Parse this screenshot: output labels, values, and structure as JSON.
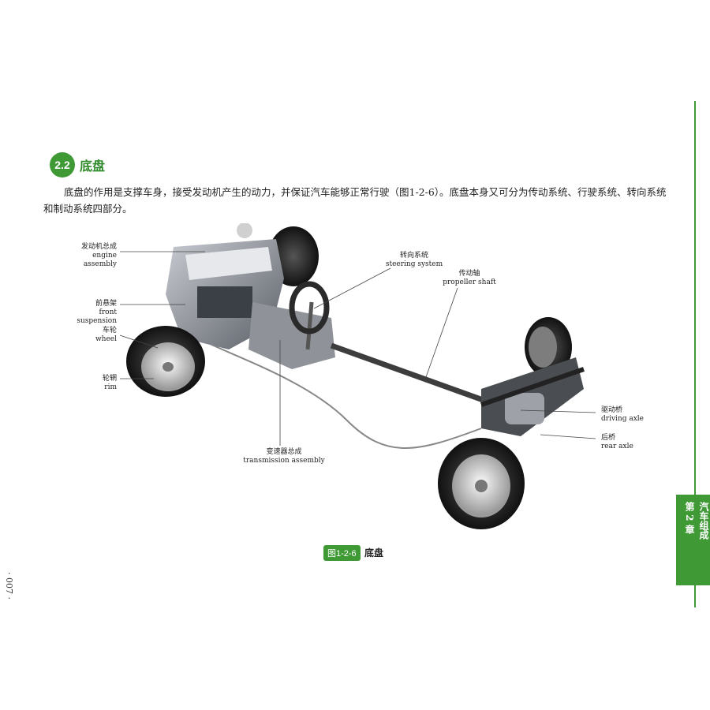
{
  "section": {
    "number": "2.2",
    "title": "底盘",
    "paragraph": "底盘的作用是支撑车身，接受发动机产生的动力，并保证汽车能够正常行驶（图1-2-6）。底盘本身又可分为传动系统、行驶系统、转向系统和制动系统四部分。"
  },
  "labels": {
    "engine_cn": "发动机总成",
    "engine_en": "engine assembly",
    "front_susp_cn": "前悬架",
    "front_susp_en": "front suspension",
    "wheel_cn": "车轮",
    "wheel_en": "wheel",
    "rim_cn": "轮辋",
    "rim_en": "rim",
    "steering_cn": "转向系统",
    "steering_en": "steering system",
    "shaft_cn": "传动轴",
    "shaft_en": "propeller shaft",
    "trans_cn": "变速器总成",
    "trans_en": "transmission assembly",
    "drive_axle_cn": "驱动桥",
    "drive_axle_en": "driving axle",
    "rear_axle_cn": "后桥",
    "rear_axle_en": "rear axle"
  },
  "caption": {
    "figure_no": "图1-2-6",
    "text": "底盘"
  },
  "page_number": "· 007 ·",
  "side_tab": {
    "chapter": "第 2 章",
    "title": "汽车组成"
  },
  "colors": {
    "accent": "#3f9a36"
  }
}
